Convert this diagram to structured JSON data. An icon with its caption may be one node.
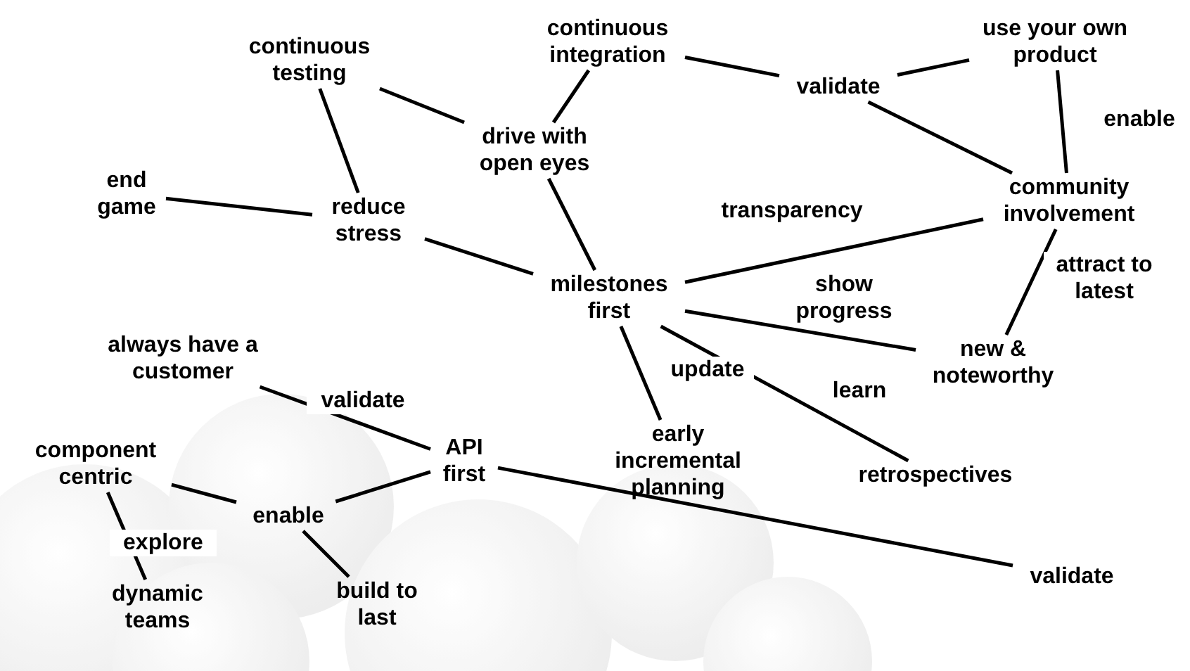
{
  "diagram": {
    "nodes": [
      {
        "text": [
          "continuous testing"
        ]
      },
      {
        "text": [
          "continuous integration"
        ]
      },
      {
        "text": [
          "drive with open eyes"
        ]
      },
      {
        "text": [
          "validate"
        ]
      },
      {
        "text": [
          "use your own product"
        ]
      },
      {
        "text": [
          "end game"
        ]
      },
      {
        "text": [
          "reduce stress"
        ]
      },
      {
        "text": [
          "community involvement"
        ]
      },
      {
        "text": [
          "milestones first"
        ]
      },
      {
        "text": [
          "new & noteworthy"
        ]
      },
      {
        "text": [
          "always have a customer"
        ]
      },
      {
        "text": [
          "API first"
        ]
      },
      {
        "text": [
          "early incremental planning"
        ]
      },
      {
        "text": [
          "retrospectives"
        ]
      },
      {
        "text": [
          "component centric"
        ]
      },
      {
        "text": [
          "enable"
        ]
      },
      {
        "text": [
          "validate"
        ]
      },
      {
        "text": [
          "dynamic teams"
        ]
      },
      {
        "text": [
          "build to last"
        ]
      }
    ],
    "edges": [
      {
        "from": 0,
        "to": 2,
        "arrow": "none"
      },
      {
        "from": 0,
        "to": 6,
        "arrow": "none"
      },
      {
        "from": 1,
        "to": 2,
        "arrow": "none"
      },
      {
        "from": 1,
        "to": 3,
        "arrow": "none"
      },
      {
        "from": 3,
        "to": 4,
        "arrow": "none"
      },
      {
        "from": 3,
        "to": 7,
        "arrow": "none"
      },
      {
        "from": 4,
        "to": 7,
        "arrow": "none",
        "label": "enable"
      },
      {
        "from": 5,
        "to": 6,
        "arrow": "none"
      },
      {
        "from": 6,
        "to": 8,
        "arrow": "none"
      },
      {
        "from": 2,
        "to": 8,
        "arrow": "none"
      },
      {
        "from": 8,
        "to": 7,
        "arrow": "none",
        "label": "transparency"
      },
      {
        "from": 8,
        "to": 9,
        "arrow": "none",
        "label": "show progress"
      },
      {
        "from": 7,
        "to": 9,
        "arrow": "none",
        "label": "attract to latest"
      },
      {
        "from": 8,
        "to": 12,
        "arrow": "none",
        "label": "update"
      },
      {
        "from": 8,
        "to": 13,
        "arrow": "none",
        "label": "learn"
      },
      {
        "from": 10,
        "to": 11,
        "arrow": "none",
        "label": "validate"
      },
      {
        "from": 11,
        "to": 15,
        "arrow": "none"
      },
      {
        "from": 15,
        "to": 14,
        "arrow": "none"
      },
      {
        "from": 15,
        "to": 18,
        "arrow": "none"
      },
      {
        "from": 14,
        "to": 17,
        "arrow": "none",
        "label": "explore"
      },
      {
        "from": 11,
        "to": 16,
        "arrow": "none"
      }
    ]
  }
}
